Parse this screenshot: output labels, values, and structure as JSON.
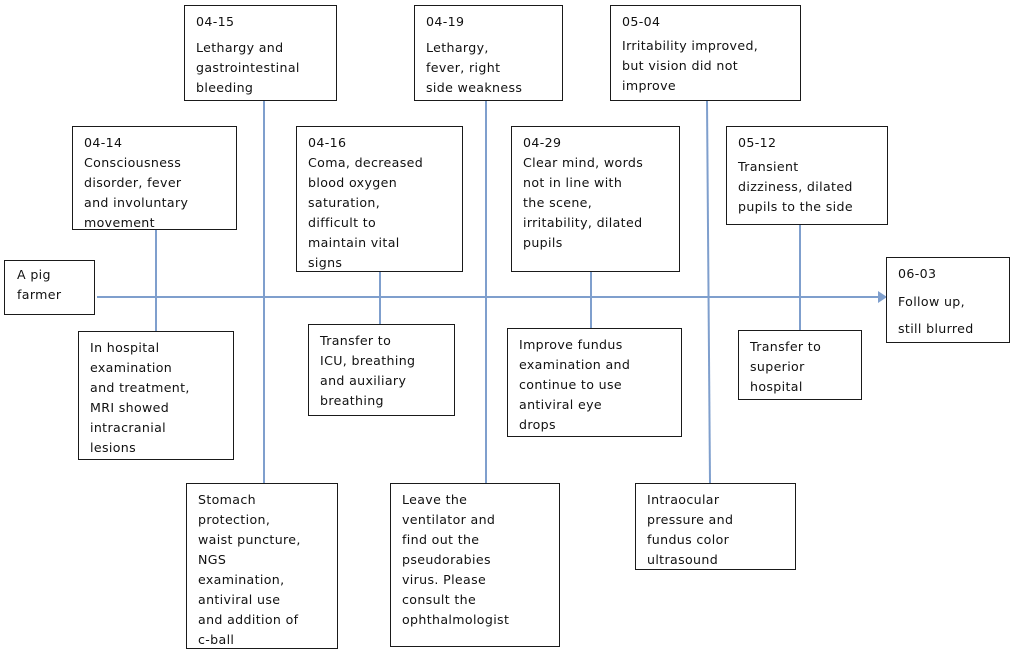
{
  "colors": {
    "line": "#7f9fcd",
    "border": "#1a1a1a",
    "text": "#111111"
  },
  "start": {
    "label": "A pig\nfarmer"
  },
  "events": [
    {
      "id": "e0414",
      "date": "04-14",
      "text": "Consciousness\ndisorder, fever\nand involuntary\nmovement"
    },
    {
      "id": "e0415",
      "date": "04-15",
      "text": "Lethargy and\ngastrointestinal\nbleeding"
    },
    {
      "id": "e0416",
      "date": "04-16",
      "text": "Coma, decreased\nblood oxygen\nsaturation,\ndifficult to\nmaintain vital\nsigns"
    },
    {
      "id": "e0419",
      "date": "04-19",
      "text": " Lethargy,\nfever, right\nside weakness"
    },
    {
      "id": "e0429",
      "date": "04-29",
      "text": "Clear mind, words\nnot in line with\nthe scene,\nirritability, dilated\npupils"
    },
    {
      "id": "e0504",
      "date": "05-04",
      "text": "Irritability improved,\nbut vision did not\nimprove"
    },
    {
      "id": "e0512",
      "date": "05-12",
      "text": " Transient\ndizziness, dilated\npupils to the side"
    },
    {
      "id": "e0603",
      "date": "06-03",
      "text": "Follow up,\nstill blurred"
    }
  ],
  "actions": [
    {
      "id": "a0414",
      "text": "In hospital\nexamination\nand treatment,\nMRI showed\nintracranial\nlesions"
    },
    {
      "id": "a0415",
      "text": "Stomach\nprotection,\nwaist puncture,\nNGS\nexamination,\nantiviral use\nand addition of\nc-ball"
    },
    {
      "id": "a0416",
      "text": "Transfer to\nICU, breathing\nand auxiliary\nbreathing"
    },
    {
      "id": "a0419",
      "text": "Leave the\nventilator and\nfind out the\npseudorabies\nvirus. Please\nconsult the\nophthalmologist"
    },
    {
      "id": "a0429",
      "text": "Improve fundus\nexamination and\ncontinue to use\nantiviral eye\ndrops"
    },
    {
      "id": "a0504",
      "text": "Intraocular\npressure and\nfundus color\nultrasound"
    },
    {
      "id": "a0512",
      "text": "Transfer to\nsuperior\nhospital"
    }
  ]
}
